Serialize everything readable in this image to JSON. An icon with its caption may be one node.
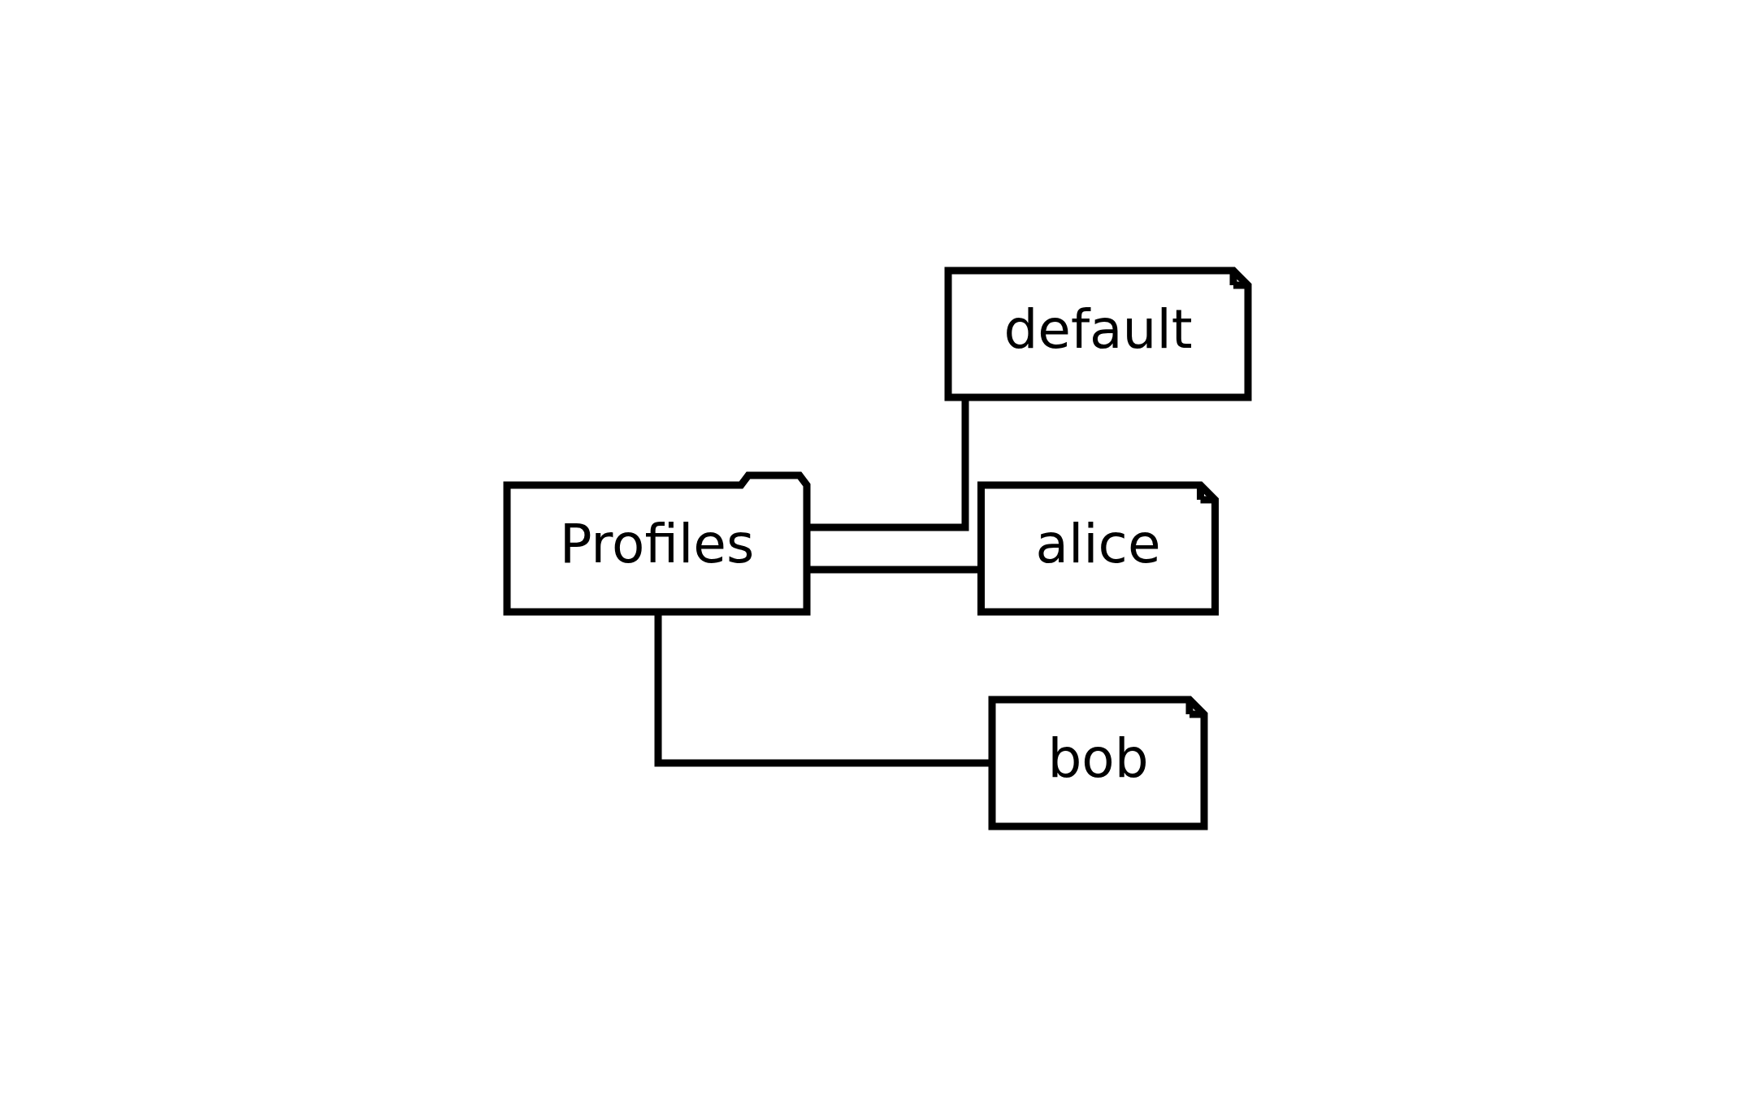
{
  "diagram": {
    "nodes": [
      {
        "text": [
          "Profiles"
        ]
      },
      {
        "text": [
          "default"
        ]
      },
      {
        "text": [
          "alice"
        ]
      },
      {
        "text": [
          "bob"
        ]
      }
    ],
    "edges": [
      {
        "from": 0,
        "to": 1,
        "arrow": "none"
      },
      {
        "from": 0,
        "to": 2,
        "arrow": "none"
      },
      {
        "from": 0,
        "to": 3,
        "arrow": "none"
      }
    ]
  }
}
